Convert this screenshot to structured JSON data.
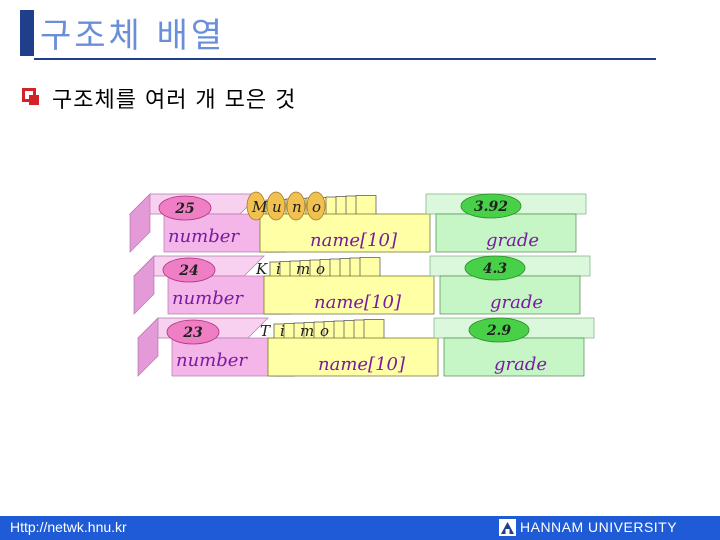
{
  "title": "구조체 배열",
  "bullet": "구조체를 여러 개 모은 것",
  "footer": {
    "url": "Http://netwk.hnu.kr",
    "university": "HANNAM UNIVERSITY"
  },
  "colors": {
    "accent": "#1f3f8a",
    "title": "#6a8fd8",
    "footer": "#1f5bd6",
    "number_field": "#f4b6e8",
    "name_field": "#ffffa6",
    "grade_field": "#c6f5c6"
  },
  "records": [
    {
      "number_value": "25",
      "name_chars": [
        "M",
        "u",
        "n",
        "o"
      ],
      "grade_value": "3.92",
      "number_label": "number",
      "name_label": "name[10]",
      "grade_label": "grade"
    },
    {
      "number_value": "24",
      "name_chars": [
        "K",
        "i",
        "m",
        "o"
      ],
      "grade_value": "4.3",
      "number_label": "number",
      "name_label": "name[10]",
      "grade_label": "grade"
    },
    {
      "number_value": "23",
      "name_chars": [
        "T",
        "i",
        "m",
        "o"
      ],
      "grade_value": "2.9",
      "number_label": "number",
      "name_label": "name[10]",
      "grade_label": "grade"
    }
  ]
}
